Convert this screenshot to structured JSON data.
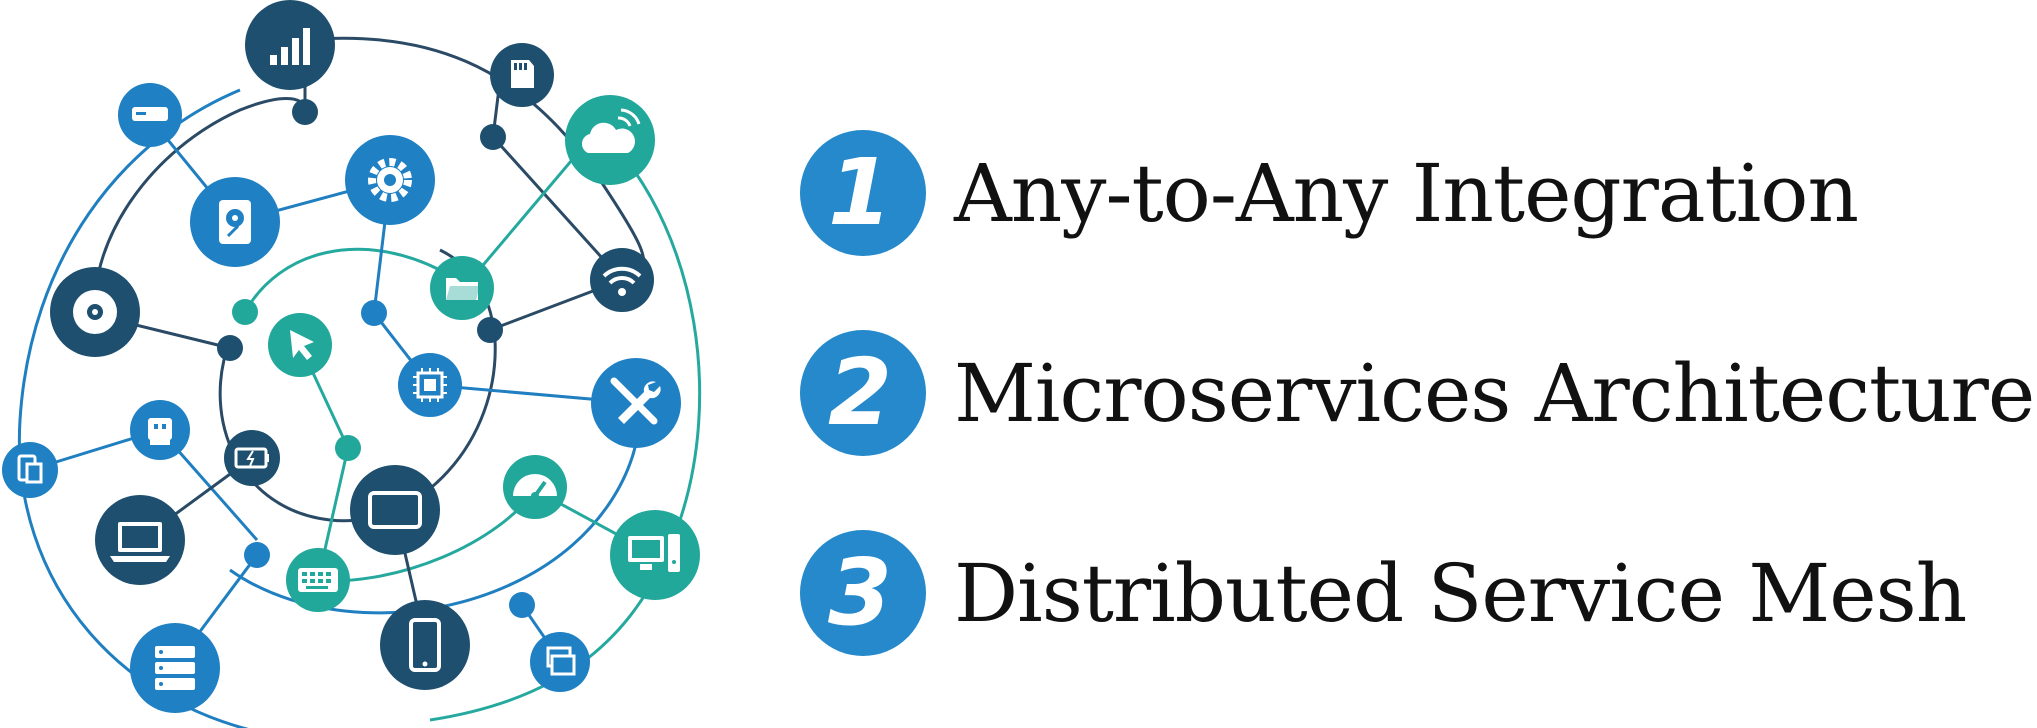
{
  "diagram": {
    "colors": {
      "navy": "#1e4f6e",
      "blue": "#1f80c4",
      "teal": "#22a79b",
      "line_blue": "#1f7fc0",
      "line_navy": "#2a4a66",
      "line_teal": "#25a99e"
    },
    "icons": [
      "signal-bars-icon",
      "sd-card-icon",
      "drive-icon",
      "cloud-icon",
      "hard-disk-icon",
      "gear-icon",
      "disc-icon",
      "folder-icon",
      "wifi-icon",
      "cursor-icon",
      "chip-icon",
      "tools-icon",
      "phone-file-icon",
      "usb-icon",
      "battery-icon",
      "laptop-icon",
      "tablet-icon",
      "gauge-icon",
      "desktop-icon",
      "keyboard-icon",
      "server-icon",
      "smartphone-icon",
      "windows-icon"
    ]
  },
  "features": [
    {
      "number": "1",
      "label": "Any-to-Any Integration"
    },
    {
      "number": "2",
      "label": "Microservices Architecture"
    },
    {
      "number": "3",
      "label": "Distributed Service Mesh"
    }
  ]
}
